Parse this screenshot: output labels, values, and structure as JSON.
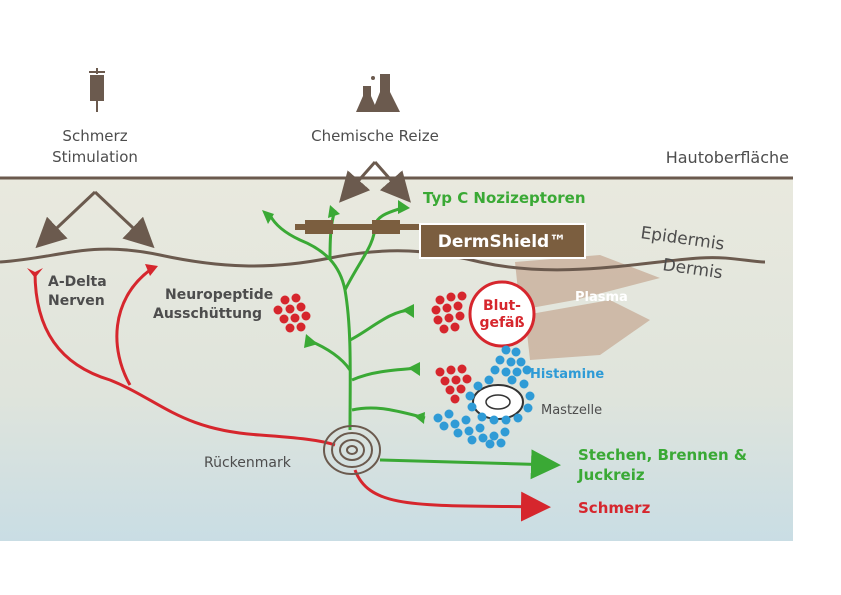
{
  "labels": {
    "pain_stimulation": [
      "Schmerz",
      "Stimulation"
    ],
    "chemical_stimuli": "Chemische Reize",
    "skin_surface": "Hautoberfläche",
    "c_nociceptors": "Typ C Nozizeptoren",
    "product": "DermShield™",
    "epidermis": "Epidermis",
    "dermis": "Dermis",
    "a_delta": [
      "A-Delta",
      "Nerven"
    ],
    "neuropeptide": [
      "Neuropeptide",
      "Ausschüttung"
    ],
    "blood_vessel": [
      "Blut-",
      "gefäß"
    ],
    "plasma": "Plasma",
    "histamine": "Histamine",
    "mast_cell": "Mastzelle",
    "spinal_cord": "Rückenmark",
    "itch_output": [
      "Stechen, Brennen &",
      "Juckreiz"
    ],
    "pain_output": "Schmerz"
  },
  "colors": {
    "background_top": "#e8e8dc",
    "background_bottom": "#cfe0e6",
    "skin_line": "#6b5a4e",
    "text_dark": "#4d4d4d",
    "red_nerve": "#d6262d",
    "green_nerve": "#3aa935",
    "blue_dots": "#2f9bd6",
    "product_box": "#7b5e3f",
    "plasma": "#c7ab95"
  },
  "icons": [
    "syringe-icon",
    "flask-icon"
  ]
}
